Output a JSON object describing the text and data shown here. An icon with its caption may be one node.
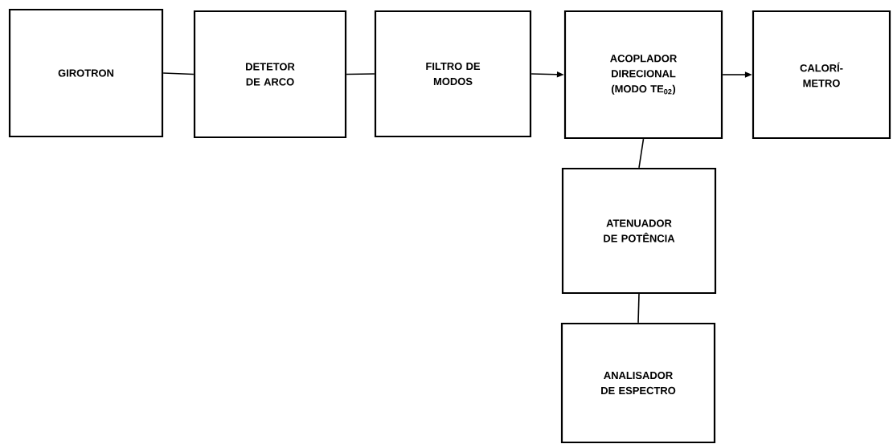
{
  "diagram": {
    "nodes": [
      {
        "text": [
          "GIROTRON"
        ]
      },
      {
        "text": [
          "DETETOR DE ARCO"
        ]
      },
      {
        "text": [
          "FILTRO DE MODOS"
        ]
      },
      {
        "text": [
          "ACOPLADOR DIRECIONAL (MODO TE$_{02}$)"
        ]
      },
      {
        "text": [
          "CALORÍ- METRO"
        ]
      },
      {
        "text": [
          "ATENUADOR DE POTÊNCIA"
        ]
      },
      {
        "text": [
          "ANALISADOR DE ESPECTRO"
        ]
      }
    ],
    "edges": [
      {
        "from": 0,
        "to": 1,
        "arrow": "none"
      },
      {
        "from": 1,
        "to": 2,
        "arrow": "none"
      },
      {
        "from": 2,
        "to": 3,
        "arrow": "to"
      },
      {
        "from": 3,
        "to": 4,
        "arrow": "to"
      },
      {
        "from": 3,
        "to": 5,
        "arrow": "none"
      },
      {
        "from": 5,
        "to": 6,
        "arrow": "none"
      }
    ]
  }
}
